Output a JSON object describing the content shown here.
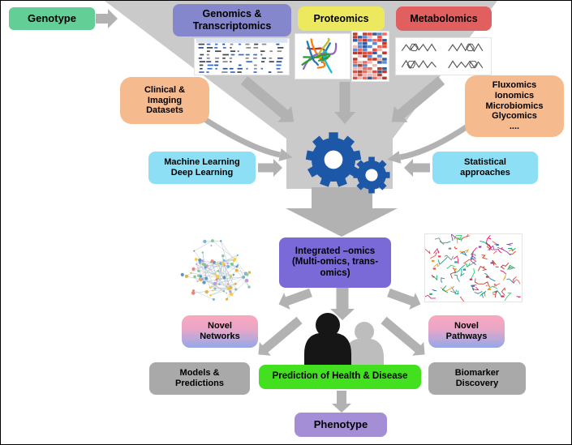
{
  "diagram": {
    "nodes": {
      "genotype": "Genotype",
      "genomics": "Genomics &\nTranscriptomics",
      "proteomics": "Proteomics",
      "metabolomics": "Metabolomics",
      "clinical": "Clinical &\nImaging\nDatasets",
      "fluxomics": "Fluxomics\nIonomics\nMicrobiomics\nGlycomics\n....",
      "machine_learning": "Machine Learning\nDeep Learning",
      "statistical": "Statistical\napproaches",
      "integrated": "Integrated –omics\n(Multi-omics, trans-\nomics)",
      "novel_networks": "Novel\nNetworks",
      "novel_pathways": "Novel\nPathways",
      "models": "Models &\nPredictions",
      "prediction": "Prediction of Health & Disease",
      "biomarker": "Biomarker\nDiscovery",
      "phenotype": "Phenotype"
    },
    "colors": {
      "genotype": "#63cf96",
      "genomics": "#8487cb",
      "proteomics": "#ece95f",
      "metabolomics": "#e25f5f",
      "datasets": "#f6ba8f",
      "methods": "#8ddff5",
      "integrated": "#7a6ad8",
      "novel_top": "#f8a8be",
      "novel_bottom": "#93a9e8",
      "gray_box": "#a9a9a9",
      "prediction": "#42e01f",
      "phenotype": "#a48fd6",
      "funnel": "#cacaca",
      "arrow": "#b2b2b2",
      "gears": "#1d57a8",
      "person_black": "#161616",
      "person_gray": "#bdbdbd"
    },
    "icons": {
      "gears": "gears-icon",
      "people": "people-silhouettes-icon",
      "funnel": "funnel-shape",
      "images": [
        "spreadsheet-data-image",
        "protein-structure-image",
        "heatmap-image",
        "chemical-structures-image",
        "network-graph-image",
        "pathway-map-image"
      ]
    }
  }
}
